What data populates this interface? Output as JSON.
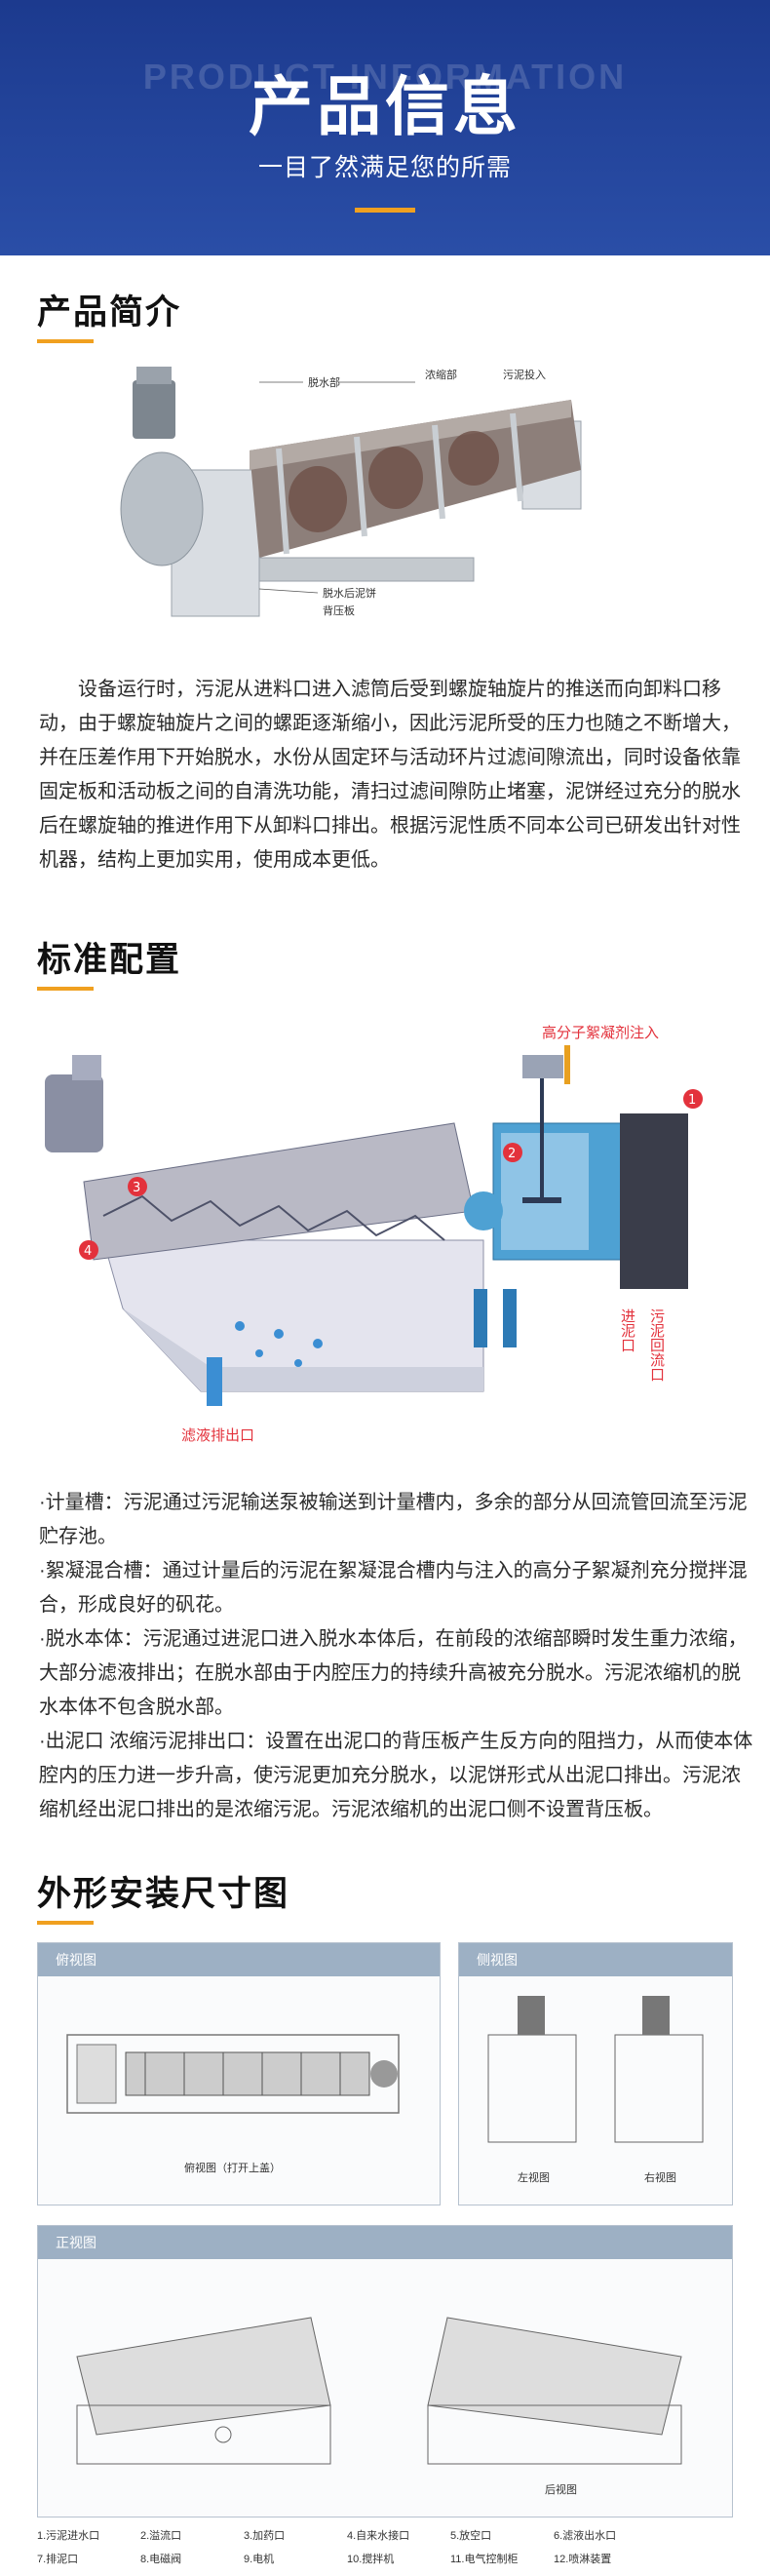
{
  "hero": {
    "bg_text": "PRODUCT INFORMATION",
    "title": "产品信息",
    "subtitle": "一目了然满足您的所需",
    "accent_color": "#f0a020",
    "bg_color": "#1c3a8e"
  },
  "intro": {
    "title": "产品简介",
    "image_labels": {
      "dewater": "脱水部",
      "thicken": "浓缩部",
      "inlet": "污泥投入",
      "cake": "脱水后泥饼",
      "backplate": "背压板"
    },
    "paragraph": "设备运行时，污泥从进料口进入滤筒后受到螺旋轴旋片的推送而向卸料口移动，由于螺旋轴旋片之间的螺距逐渐缩小，因此污泥所受的压力也随之不断增大，并在压差作用下开始脱水，水份从固定环与活动环片过滤间隙流出，同时设备依靠固定板和活动板之间的自清洗功能，清扫过滤间隙防止堵塞，泥饼经过充分的脱水后在螺旋轴的推进作用下从卸料口排出。根据污泥性质不同本公司已研发出针对性机器，结构上更加实用，使用成本更低。"
  },
  "config": {
    "title": "标准配置",
    "diagram_labels": {
      "polymer": "高分子絮凝剂注入",
      "filtrate": "滤液排出口",
      "inlet": "进泥口",
      "return": "污泥回流口",
      "n1": "1",
      "n2": "2",
      "n3": "3",
      "n4": "4"
    },
    "items": [
      "·计量槽：污泥通过污泥输送泵被输送到计量槽内，多余的部分从回流管回流至污泥贮存池。",
      "·絮凝混合槽：通过计量后的污泥在絮凝混合槽内与注入的高分子絮凝剂充分搅拌混合，形成良好的矾花。",
      "·脱水本体：污泥通过进泥口进入脱水本体后，在前段的浓缩部瞬时发生重力浓缩，大部分滤液排出；在脱水部由于内腔压力的持续升高被充分脱水。污泥浓缩机的脱水本体不包含脱水部。",
      "·出泥口 浓缩污泥排出口：设置在出泥口的背压板产生反方向的阻挡力，从而使本体腔内的压力进一步升高，使污泥更加充分脱水，以泥饼形式从出泥口排出。污泥浓缩机经出泥口排出的是浓缩污泥。污泥浓缩机的出泥口侧不设置背压板。"
    ]
  },
  "dims": {
    "title": "外形安装尺寸图",
    "panel_top": "俯视图",
    "panel_top_caption": "俯视图（打开上盖）",
    "panel_side": "侧视图",
    "left_view": "左视图",
    "right_view": "右视图",
    "panel_front": "正视图",
    "back_view": "后视图",
    "legend": [
      "1.污泥进水口",
      "2.溢流口",
      "3.加药口",
      "4.自来水接口",
      "5.放空口",
      "6.滤液出水口",
      "7.排泥口",
      "8.电磁阀",
      "9.电机",
      "10.搅拌机",
      "11.电气控制柜",
      "12.喷淋装置"
    ]
  }
}
